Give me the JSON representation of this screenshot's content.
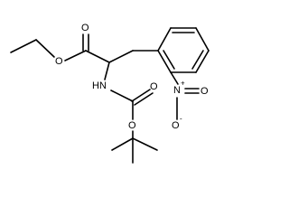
{
  "molecule": {
    "atoms": {
      "carbonyl_oxygen": "O",
      "ester_oxygen": "O",
      "amine": "HN",
      "carbamate_carbonyl_oxygen": "O",
      "carbamate_ether_oxygen": "O",
      "nitro_nitrogen": "N",
      "nitro_nitrogen_charge": "+",
      "nitro_oxygen": "O",
      "nitro_oxygen_charge": "-",
      "nitro_double_oxygen": "O"
    }
  }
}
